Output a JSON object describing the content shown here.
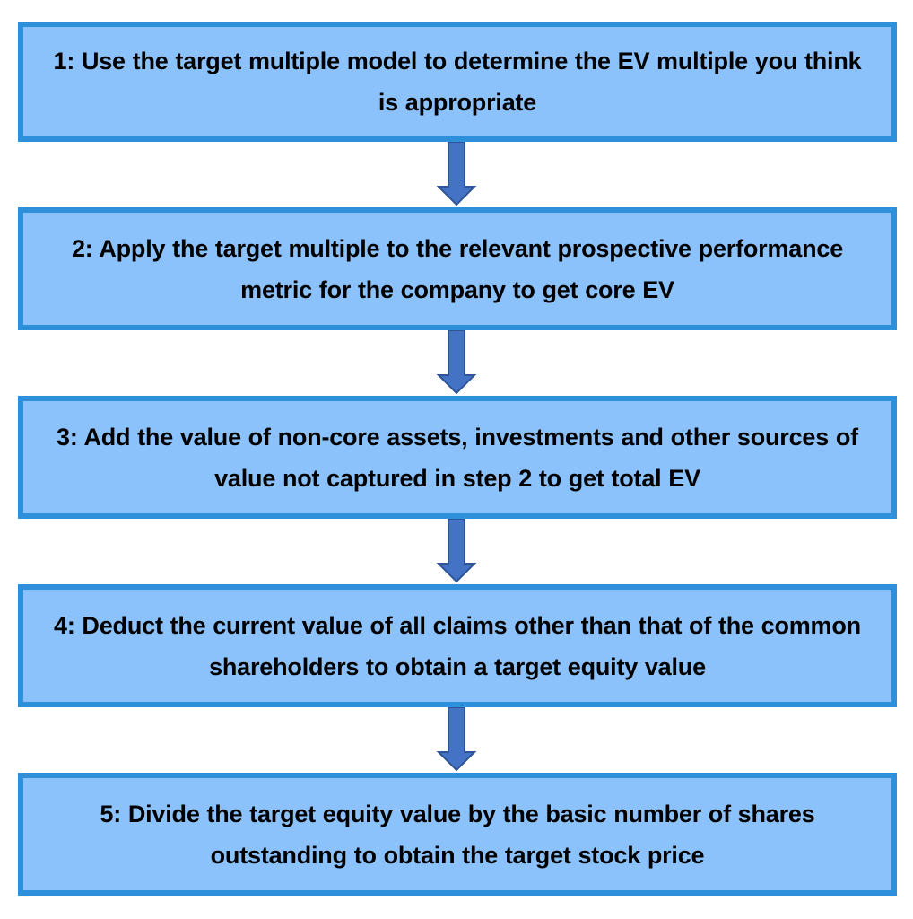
{
  "chart_data": {
    "type": "diagram",
    "subtype": "vertical-flowchart",
    "title": "",
    "orientation": "top-to-bottom",
    "node_count": 5,
    "connector_count": 4,
    "connector_type": "down-arrow",
    "colors": {
      "node_fill": "#8CC2FB",
      "node_border": "#2E8FDB",
      "arrow_fill": "#4472C4",
      "arrow_border": "#2F5597",
      "text": "#000000",
      "background": "#FFFFFF"
    },
    "nodes": [
      {
        "id": 1,
        "label": "1: Use the target multiple model to determine the EV multiple you think is appropriate"
      },
      {
        "id": 2,
        "label": "2: Apply the target multiple to the relevant prospective performance metric for the company to get core EV"
      },
      {
        "id": 3,
        "label": "3: Add the value of non-core assets, investments and other sources of value not captured in step 2 to get total EV"
      },
      {
        "id": 4,
        "label": "4: Deduct the current value of all claims other than that of the common shareholders to obtain a target equity value"
      },
      {
        "id": 5,
        "label": "5: Divide the target equity value by the basic number of shares outstanding to obtain the target stock price"
      }
    ],
    "edges": [
      {
        "from": 1,
        "to": 2
      },
      {
        "from": 2,
        "to": 3
      },
      {
        "from": 3,
        "to": 4
      },
      {
        "from": 4,
        "to": 5
      }
    ]
  },
  "flowchart": {
    "steps": [
      {
        "text": "1: Use the target multiple model to determine the EV multiple you think is appropriate"
      },
      {
        "text": "2: Apply the target multiple to the relevant prospective performance metric for the company to get core EV"
      },
      {
        "text": "3: Add the value of non-core assets, investments and other sources of value not captured in step 2 to get total EV"
      },
      {
        "text": "4: Deduct the current value of all claims other than that of the common shareholders to obtain a target equity value"
      },
      {
        "text": "5: Divide the target equity value by the basic number of shares outstanding to obtain the target stock price"
      }
    ],
    "arrows": [
      {
        "name": "down-arrow-1-to-2"
      },
      {
        "name": "down-arrow-2-to-3"
      },
      {
        "name": "down-arrow-3-to-4"
      },
      {
        "name": "down-arrow-4-to-5"
      }
    ]
  }
}
